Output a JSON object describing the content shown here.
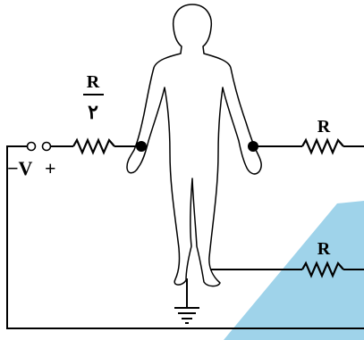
{
  "labels": {
    "r_half_numerator": "R",
    "r_half_denominator": "٢",
    "r_right": "R",
    "r_lower": "R",
    "source_minus": "−V",
    "source_plus": "+"
  },
  "colors": {
    "line": "#000000",
    "shade": "#9fd3ea",
    "background": "#ffffff"
  }
}
